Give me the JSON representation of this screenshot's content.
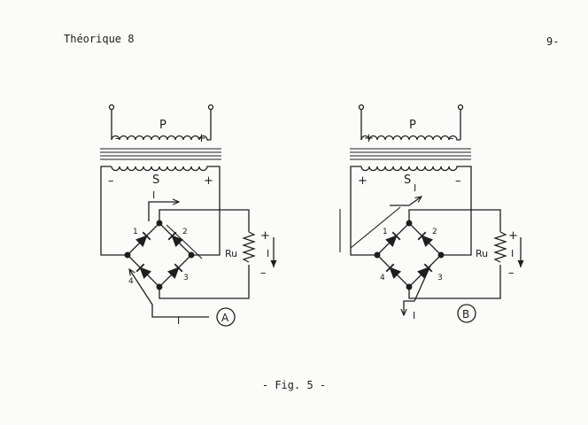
{
  "header": {
    "left": "Théorique 8",
    "right": "9-"
  },
  "caption": "- Fig. 5 -",
  "diagrams": [
    {
      "id": "A",
      "primary_label": "P",
      "primary_left_sign": "–",
      "primary_right_sign": "+",
      "secondary_label": "S",
      "secondary_left_sign": "–",
      "secondary_right_sign": "+",
      "current_label": "I",
      "current_label_bottom": "I",
      "load_label": "Ru",
      "load_plus": "+",
      "load_minus": "–",
      "load_current": "I",
      "diode_numbers": [
        "1",
        "2",
        "3",
        "4"
      ],
      "circle_label": "A"
    },
    {
      "id": "B",
      "primary_label": "P",
      "primary_left_sign": "+",
      "primary_right_sign": "–",
      "secondary_label": "S",
      "secondary_left_sign": "+",
      "secondary_right_sign": "–",
      "current_label": "I",
      "current_label_bottom": "I",
      "load_label": "Ru",
      "load_plus": "+",
      "load_minus": "–",
      "load_current": "I",
      "diode_numbers": [
        "1",
        "2",
        "4",
        "3"
      ],
      "circle_label": "B"
    }
  ]
}
